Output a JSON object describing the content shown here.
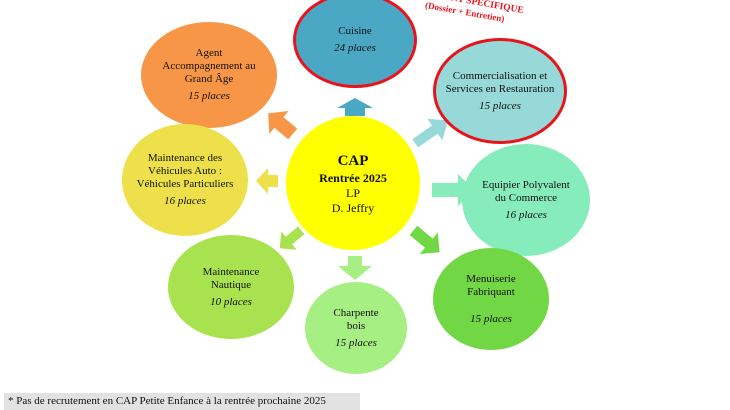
{
  "center": {
    "title": "CAP",
    "subtitle": "Rentrée 2025",
    "lp": "LP",
    "name": "D. Jeffry"
  },
  "special": {
    "line1": "RUTEMENT SPECIFIQUE",
    "line2": "(Dossier + Entretien)"
  },
  "nodes": [
    {
      "label": "Agent Accompagnement au Grand Âge",
      "places": "15 places",
      "color": "#f79646"
    },
    {
      "label": "Cuisine",
      "places": "24 places",
      "color": "#4aa8c4"
    },
    {
      "label": "Commercialisation et Services en Restauration",
      "places": "15 places",
      "color": "#97d8d8"
    },
    {
      "label": "Maintenance des Véhicules Auto : Véhicules Particuliers",
      "places": "16 places",
      "color": "#ede04a"
    },
    {
      "label": "Equipier Polyvalent du Commerce",
      "places": "16 places",
      "color": "#86ecbc"
    },
    {
      "label": "Maintenance Nautique",
      "places": "10 places",
      "color": "#a8e24e"
    },
    {
      "label": "Charpente bois",
      "places": "15 places",
      "color": "#a6ef82"
    },
    {
      "label": "Menuiserie Fabriquant",
      "places": "15 places",
      "color": "#72d744"
    }
  ],
  "note": "* Pas de recrutement en CAP Petite Enfance à la rentrée prochaine 2025"
}
